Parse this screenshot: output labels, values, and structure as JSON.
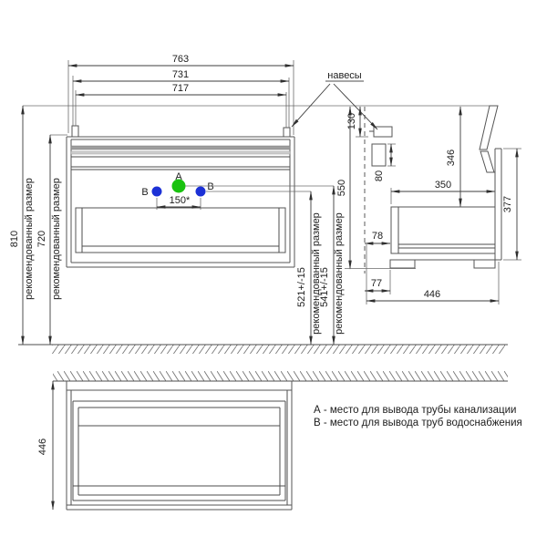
{
  "dims": {
    "front": {
      "w_outer": "763",
      "w_mid": "731",
      "w_inner": "717",
      "h_total": "810",
      "h_hang": "720",
      "pipe_spacing": "150*"
    },
    "mid": {
      "b_height": "521+/-15",
      "a_height": "541+/-15",
      "unit_height": "550"
    },
    "side": {
      "hanger_offset": "130",
      "bracket": "80",
      "inner_width": "350",
      "top_to_drawer": "346",
      "front_height": "377",
      "back_gap": "78",
      "foot_gap": "77",
      "depth": "446"
    },
    "plan": {
      "depth": "446"
    }
  },
  "notes": {
    "recommended": "рекомендованный размер"
  },
  "labels": {
    "hangers": "навесы",
    "point_a": "A",
    "point_b": "B"
  },
  "legend": {
    "line_a": "А - место для вывода трубы канализации",
    "line_b": "В - место для вывода труб водоснабжения"
  },
  "colors": {
    "drain_green": "#19c20f",
    "water_blue": "#1c31d6"
  }
}
